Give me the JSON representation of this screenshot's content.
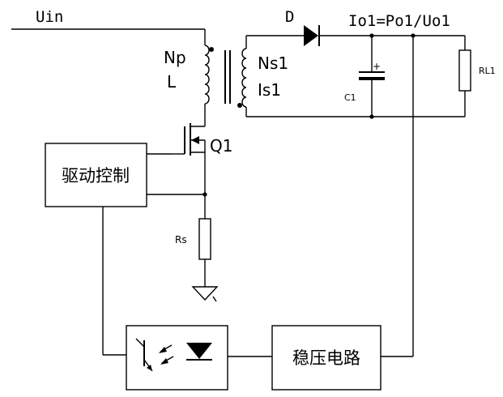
{
  "labels": {
    "uin": "Uin",
    "np": "Np",
    "l": "L",
    "ns1": "Ns1",
    "is1": "Is1",
    "d": "D",
    "io1": "Io1=Po1/Uo1",
    "c1": "C1",
    "rl1": "RL1",
    "q1": "Q1",
    "rs": "Rs",
    "drive_control": "驱动控制",
    "regulator_circuit": "稳压电路"
  },
  "colors": {
    "wire": "#000000",
    "background": "#ffffff"
  }
}
